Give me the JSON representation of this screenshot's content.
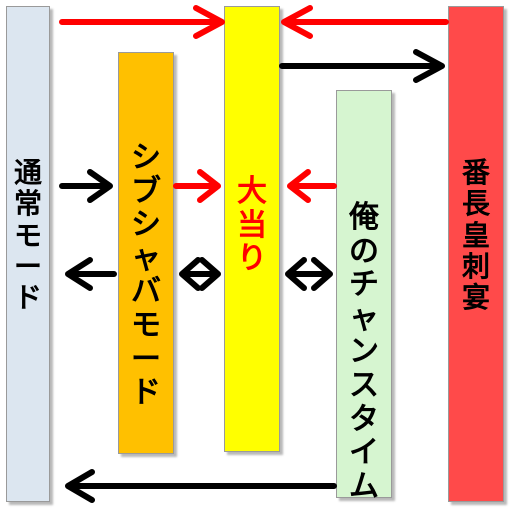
{
  "columns": {
    "normal_mode": {
      "label": "通常モード",
      "color": "#dce6f0"
    },
    "shibushaba_mode": {
      "label": "シブシャバモード",
      "color": "#ffc000"
    },
    "big_hit": {
      "label": "大当り",
      "color": "#ffff00",
      "text_color": "#ff0000"
    },
    "ore_no_chance_time": {
      "label": "俺のチャンスタイム",
      "color": "#d6f5d0"
    },
    "banchou_koushi_en": {
      "label": "番長皇刺宴",
      "color": "#ff4a4a"
    }
  },
  "arrow_colors": {
    "red": "#ff0000",
    "black": "#000000"
  },
  "transitions": [
    {
      "from": "通常モード",
      "to": "大当り",
      "color": "red"
    },
    {
      "from": "番長皇刺宴",
      "to": "大当り",
      "color": "red"
    },
    {
      "from": "大当り",
      "to": "番長皇刺宴",
      "color": "black"
    },
    {
      "from": "通常モード",
      "to": "シブシャバモード",
      "color": "black"
    },
    {
      "from": "シブシャバモード",
      "to": "大当り",
      "color": "red"
    },
    {
      "from": "俺のチャンスタイム",
      "to": "大当り",
      "color": "red"
    },
    {
      "from": "シブシャバモード",
      "to": "通常モード",
      "color": "black"
    },
    {
      "from": "大当り",
      "to": "シブシャバモード",
      "color": "black",
      "bidirectional": true
    },
    {
      "from": "大当り",
      "to": "俺のチャンスタイム",
      "color": "black",
      "bidirectional": true
    },
    {
      "from": "俺のチャンスタイム",
      "to": "通常モード",
      "color": "black"
    }
  ]
}
